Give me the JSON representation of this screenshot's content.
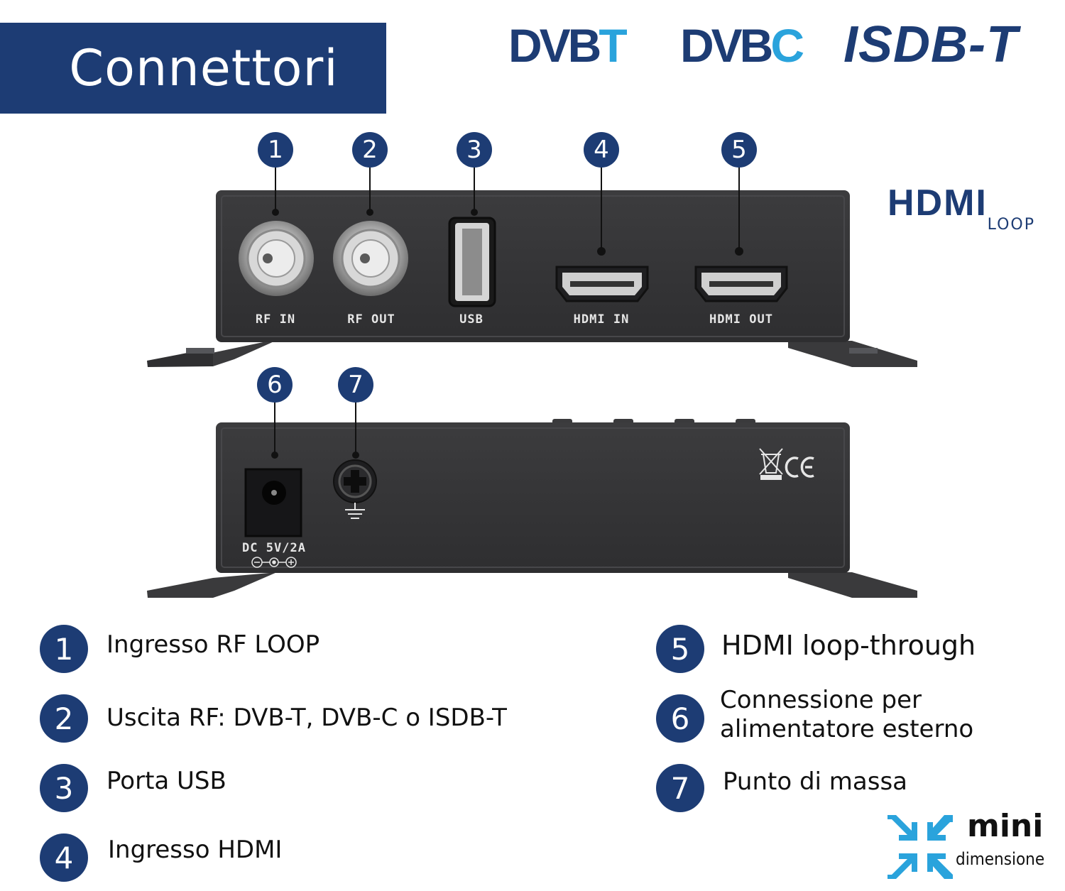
{
  "title": "Connettori",
  "logos": {
    "dvbt": {
      "dark": "DVB",
      "light": "T"
    },
    "dvbc": {
      "dark": "DVB",
      "light": "C"
    },
    "isdbt": "ISDB-T",
    "hdmi": {
      "main": "HDMI",
      "sub": "LOOP"
    }
  },
  "port_labels": {
    "rf_in": "RF IN",
    "rf_out": "RF OUT",
    "usb": "USB",
    "hdmi_in": "HDMI IN",
    "hdmi_out": "HDMI OUT",
    "dc": "DC 5V/2A"
  },
  "callouts": [
    "1",
    "2",
    "3",
    "4",
    "5",
    "6",
    "7"
  ],
  "legend": [
    {
      "num": "1",
      "text": "Ingresso RF LOOP"
    },
    {
      "num": "2",
      "text": "Uscita RF: DVB-T, DVB-C o ISDB-T"
    },
    {
      "num": "3",
      "text": "Porta USB"
    },
    {
      "num": "4",
      "text": "Ingresso HDMI"
    },
    {
      "num": "5",
      "text": "HDMI loop-through"
    },
    {
      "num": "6",
      "text": "Connessione per alimentatore esterno"
    },
    {
      "num": "7",
      "text": "Punto di massa"
    }
  ],
  "mini": {
    "word": "mini",
    "sub": "dimensione"
  },
  "colors": {
    "brand_blue": "#1d3c74",
    "light_blue": "#2aa3dc",
    "device": "#3a3a3c"
  }
}
